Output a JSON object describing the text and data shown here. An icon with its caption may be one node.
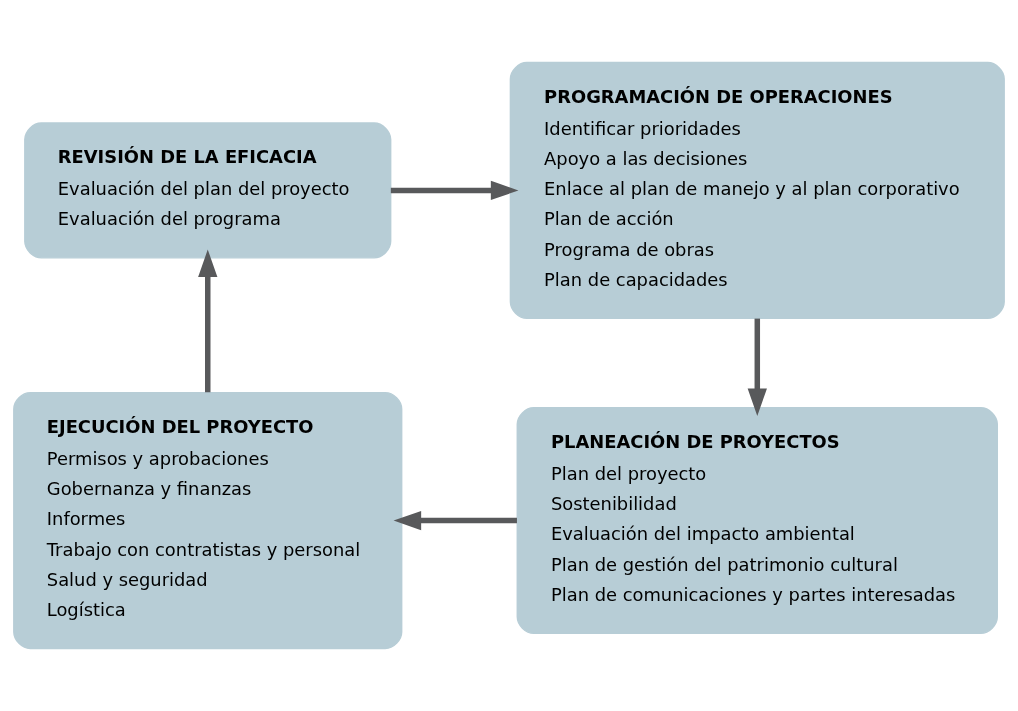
{
  "diagram": {
    "nodes": [
      {
        "text": [
          "REVISIÓN DE LA EFICACIA",
          "Evaluación del plan del proyecto",
          "Evaluación del programa"
        ]
      },
      {
        "text": [
          "PROGRAMACIÓN DE OPERACIONES",
          "Identificar prioridades",
          "Apoyo a las decisiones",
          "Enlace al plan de manejo y al plan corporativo",
          "Plan de acción",
          "Programa de obras",
          "Plan de capacidades"
        ]
      },
      {
        "text": [
          "PLANEACIÓN DE PROYECTOS",
          "Plan del proyecto",
          "Sostenibilidad",
          "Evaluación del impacto ambiental",
          "Plan de gestión del patrimonio cultural",
          "Plan de comunicaciones y partes interesadas"
        ]
      },
      {
        "text": [
          "EJECUCIÓN DEL PROYECTO",
          "Permisos y aprobaciones",
          "Gobernanza y finanzas",
          "Informes",
          "Trabajo con contratistas y personal",
          "Salud y seguridad",
          "Logística"
        ]
      }
    ],
    "edges": [
      {
        "from": 0,
        "to": 1,
        "arrow": "to"
      },
      {
        "from": 1,
        "to": 2,
        "arrow": "to"
      },
      {
        "from": 2,
        "to": 3,
        "arrow": "to"
      },
      {
        "from": 3,
        "to": 0,
        "arrow": "to"
      }
    ]
  }
}
